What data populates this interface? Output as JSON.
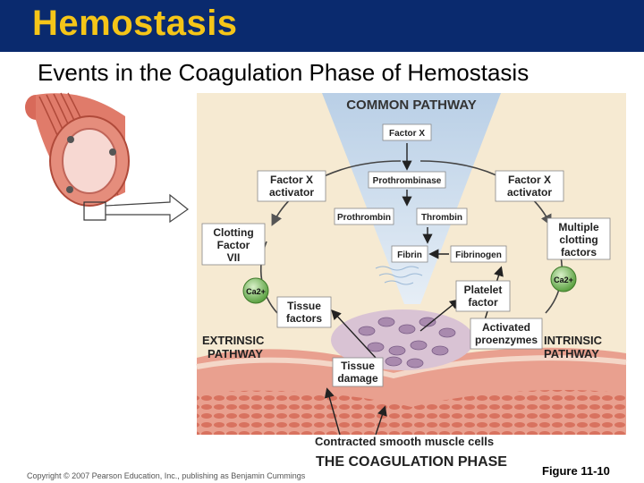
{
  "slide": {
    "title": "Hemostasis",
    "subtitle": "Events in the Coagulation Phase of Hemostasis",
    "copyright": "Copyright © 2007 Pearson Education, Inc., publishing as Benjamin Cummings",
    "figure": "Figure 11-10"
  },
  "diagram": {
    "common_pathway": "COMMON PATHWAY",
    "factor_x": "Factor X",
    "prothrombinase": "Prothrombinase",
    "prothrombin": "Prothrombin",
    "thrombin": "Thrombin",
    "fibrin": "Fibrin",
    "fibrinogen": "Fibrinogen",
    "factor_x_activator_left": [
      "Factor X",
      "activator"
    ],
    "factor_x_activator_right": [
      "Factor X",
      "activator"
    ],
    "clotting_factor_vii": [
      "Clotting",
      "Factor",
      "VII"
    ],
    "multiple_clotting_factors": [
      "Multiple",
      "clotting",
      "factors"
    ],
    "ca_left": "Ca2+",
    "ca_right": "Ca2+",
    "tissue_factors": [
      "Tissue",
      "factors"
    ],
    "platelet_factor": [
      "Platelet",
      "factor"
    ],
    "activated_proenzymes": [
      "Activated",
      "proenzymes"
    ],
    "extrinsic_pathway": [
      "EXTRINSIC",
      "PATHWAY"
    ],
    "intrinsic_pathway": [
      "INTRINSIC",
      "PATHWAY"
    ],
    "tissue_damage": [
      "Tissue",
      "damage"
    ],
    "smooth_muscle": "Contracted smooth muscle cells",
    "coagulation_phase": "THE COAGULATION PHASE"
  },
  "colors": {
    "title_bar": "#0a2a6e",
    "title_text": "#f5c518",
    "panel_bg": "#f6ead2",
    "vessel": "#e07b6a",
    "funnel": "#c9dcee",
    "calcium": "#7fbf5f"
  }
}
